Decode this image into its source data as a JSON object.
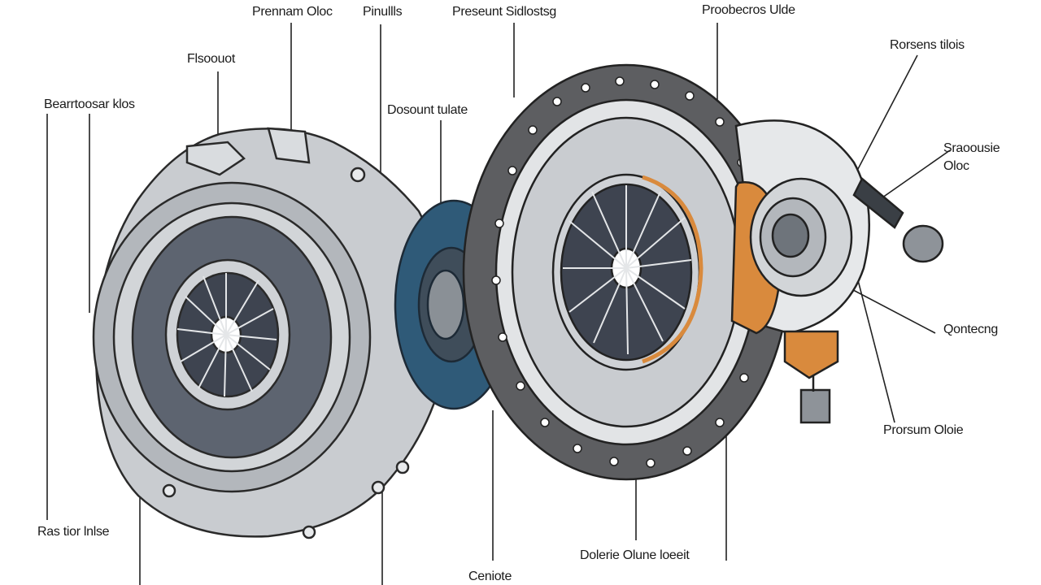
{
  "labels": {
    "top_premium": "Prennam Oloc",
    "top_pinulls": "Pinullls",
    "top_pressure": "Preseunt Sidlostsg",
    "top_protection": "Proobecros Ulde",
    "flocout": "Flsoouot",
    "bearing": "Bearrtoosar klos",
    "dosount": "Dosount tulate",
    "rotors": "Rorsens tilois",
    "smooth_line1": "Sraoousie",
    "smooth_line2": "Oloc",
    "contect": "Qontecng",
    "program": "Prorsum Oloie",
    "ras_tior": "Ras tior lnlse",
    "dolerie": "Dolerie Olune loeeit",
    "ceniote": "Ceniote"
  },
  "colors": {
    "steel": "#c9ccd0",
    "steel_dark": "#8e9399",
    "friction": "#5d5e61",
    "blue_hub": "#2f5a78",
    "orange": "#d98a3d",
    "outline": "#2a2a2a"
  }
}
